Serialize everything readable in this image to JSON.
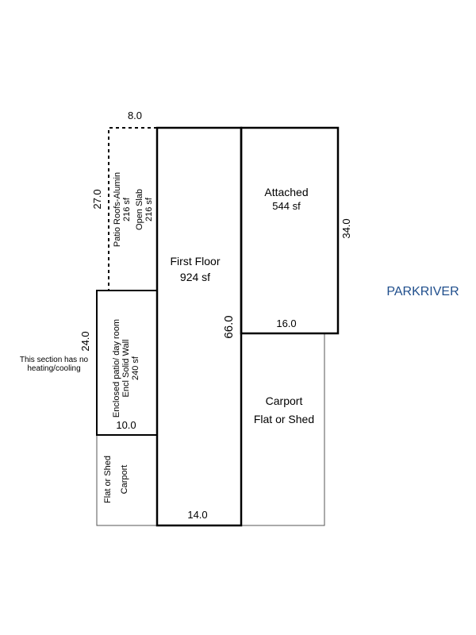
{
  "brand_label": "PARKRIVER",
  "colors": {
    "line": "#000000",
    "thin_line": "#555555",
    "brand": "#1f4e8c"
  },
  "areas": {
    "first_floor": {
      "name": "First Floor",
      "size": "924 sf"
    },
    "attached": {
      "name": "Attached",
      "size": "544 sf"
    },
    "carport_right": {
      "name": "Carport",
      "sub": "Flat or Shed"
    },
    "patio_roofs": {
      "name": "Patio Roofs-Alumin",
      "size": "216 sf",
      "name2": "Open Slab",
      "size2": "216 sf"
    },
    "enclosed_patio": {
      "name": "Enclosed patio/ day room",
      "name2": "Encl Solid Wall",
      "size": "240 sf"
    },
    "carport_left": {
      "name": "Flat or Shed",
      "sub": "Carport"
    }
  },
  "dimensions": {
    "patio_width": "8.0",
    "patio_depth": "27.0",
    "first_floor_depth": "66.0",
    "first_floor_width": "14.0",
    "attached_depth": "34.0",
    "attached_width": "16.0",
    "enclosed_depth": "24.0",
    "enclosed_width": "10.0"
  },
  "note": {
    "line1": "This section has no",
    "line2": "heating/cooling"
  }
}
